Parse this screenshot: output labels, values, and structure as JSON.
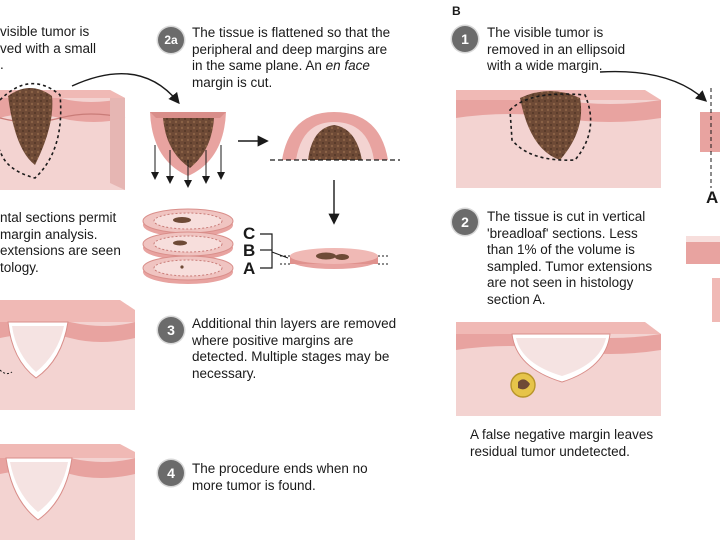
{
  "panel_b": {
    "label": "B"
  },
  "steps_a": [
    {
      "text": "visible tumor is\nved with a small\n."
    },
    {
      "badge": "2a",
      "text_pre": "The tissue is flattened so that the\nperipheral and deep margins are\nin the same plane. An ",
      "text_em": "en face",
      "text_post": "\nmargin is cut."
    },
    {
      "text": "ntal sections permit\nmargin analysis.\nextensions are seen\ntology."
    },
    {
      "badge": "3",
      "text": "Additional thin layers are removed\nwhere positive margins are\ndetected. Multiple stages may be\nnecessary."
    },
    {
      "badge": "4",
      "text": "The procedure ends when no\nmore tumor is found."
    }
  ],
  "section_labels": [
    "C",
    "B",
    "A"
  ],
  "steps_b": [
    {
      "badge": "1",
      "text": "The visible tumor is\nremoved in an ellipsoid\nwith a wide margin."
    },
    {
      "badge": "2",
      "text": "The tissue is cut in vertical\n'breadloaf' sections. Less\nthan 1% of the volume is\nsampled. Tumor extensions\nare not seen in histology\nsection A."
    }
  ],
  "section_b_label": "A",
  "false_negative_caption": "A false negative margin leaves\nresidual tumor undetected.",
  "colors": {
    "skin_top": "#e8a3a0",
    "dermis": "#f3d3d1",
    "tumor": "#6e4a36",
    "badge": "#6b6b6b",
    "highlight": "#e6c44a"
  }
}
